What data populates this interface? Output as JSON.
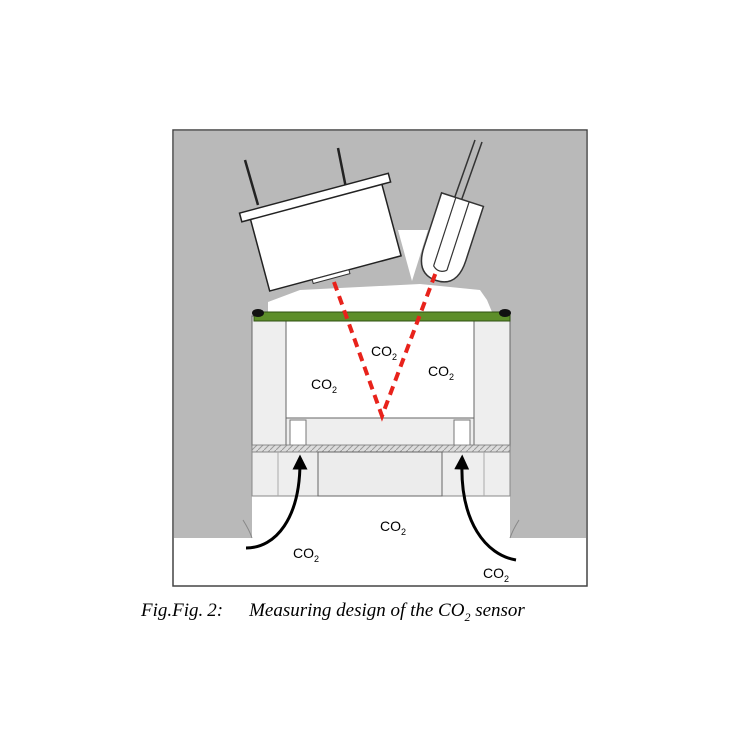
{
  "labels": {
    "co2_top": {
      "main": "CO",
      "sub": "2"
    },
    "co2_left": {
      "main": "CO",
      "sub": "2"
    },
    "co2_right": {
      "main": "CO",
      "sub": "2"
    },
    "co2_bottom_center": {
      "main": "CO",
      "sub": "2"
    },
    "co2_bottom_left": {
      "main": "CO",
      "sub": "2"
    },
    "co2_bottom_right": {
      "main": "CO",
      "sub": "2"
    }
  },
  "caption": {
    "prefix": "Fig.Fig.",
    "number": "2:",
    "text": "Measuring design of the CO",
    "sub": "2",
    "suffix": " sensor"
  },
  "colors": {
    "housing_gray": "#b9b9b9",
    "filter_green": "#5d8e2a",
    "beam_red": "#e8221b",
    "chamber_light": "#ededed"
  }
}
